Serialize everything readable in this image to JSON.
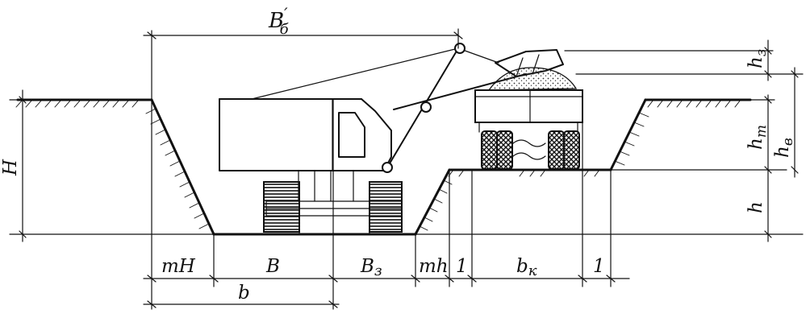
{
  "labels": {
    "bucket_reach": "B",
    "bucket_reach_sub": "б",
    "bucket_reach_prime": "′",
    "mH": "mH",
    "B": "B",
    "B3_main": "B",
    "B3_sub": "з",
    "mh": "mh",
    "one_left": "1",
    "bk_main": "b",
    "bk_sub": "к",
    "one_right": "1",
    "b": "b",
    "H": "H",
    "h": "h",
    "h3_main": "h",
    "h3_sub": "з",
    "hT_main": "h",
    "hT_sub": "т",
    "hB_main": "h",
    "hB_sub": "в"
  }
}
